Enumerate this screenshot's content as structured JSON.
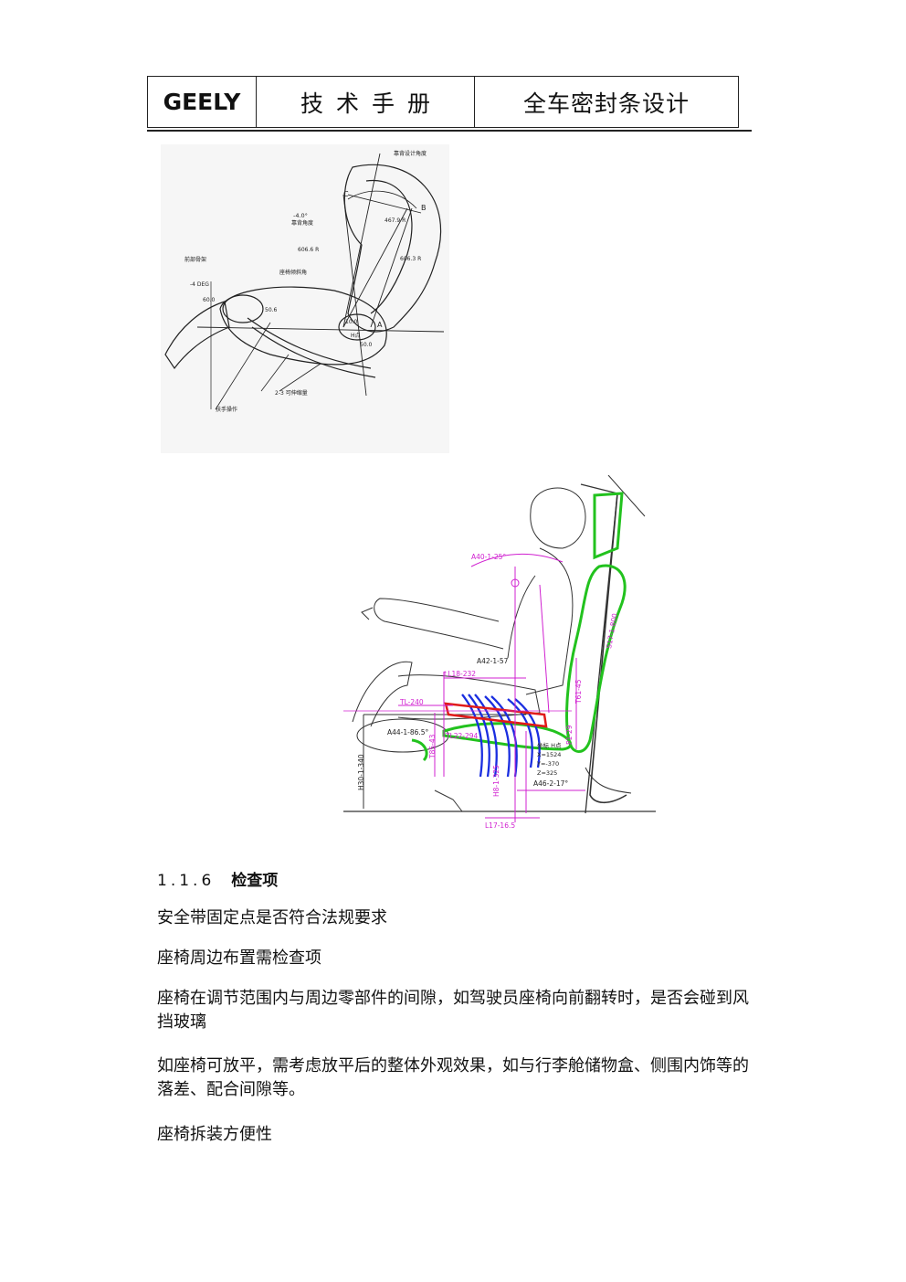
{
  "header": {
    "logo": "GEELY",
    "manual": "技术手册",
    "doc_title": "全车密封条设计"
  },
  "figure1": {
    "labels": {
      "design_angle": "靠背设计角度",
      "minus4": "-4.0°",
      "back_angle": "靠背角度",
      "point_c": "C",
      "point_b": "B",
      "point_a": "A",
      "r1": "467.9 R",
      "r2": "606.6 R",
      "r3": "606.3 R",
      "cushion_angle": "座椅倾斜角",
      "front_label": "前部骨架",
      "minus4deg": "-4 DEG",
      "v60": "60.0",
      "v50_6": "50.6",
      "v50_0": "50.0",
      "v10": "10.0",
      "hpoint": "H点",
      "spring_note": "2-3 可伸缩量",
      "support": "扶手操作"
    }
  },
  "figure2": {
    "labels": {
      "a40": "A40-1-25°",
      "a42": "A42-1-57",
      "l18": "↑L18-232",
      "tl240": "TL-240",
      "a44": "A44-1-86.5°",
      "l22": "TL22-294",
      "t85": "T85-43",
      "h30": "H30-1-340",
      "h8": "H8-1-325",
      "s17": "S17-1-800",
      "t61": "T61-45",
      "p1": "P1-29",
      "coord_title": "坐标 H点",
      "coord_x": "X=1524",
      "coord_y": "Y=-370",
      "coord_z": "Z=325",
      "a46": "A46-2-17°",
      "l17": "L17-16.5"
    }
  },
  "section": {
    "number": "1.1.6",
    "title": "检查项"
  },
  "paragraphs": [
    "安全带固定点是否符合法规要求",
    "座椅周边布置需检查项",
    "座椅在调节范围内与周边零部件的间隙，如驾驶员座椅向前翻转时，是否会碰到风挡玻璃",
    "如座椅可放平，需考虑放平后的整体外观效果，如与行李舱储物盒、侧围内饰等的落差、配合间隙等。",
    "座椅拆装方便性"
  ]
}
